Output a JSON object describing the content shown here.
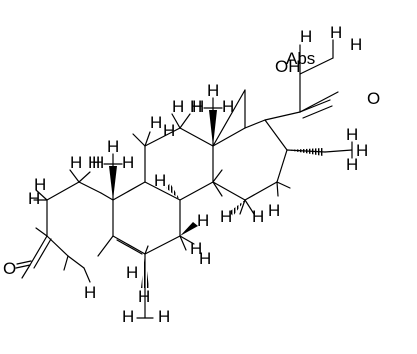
{
  "labels": {
    "oxygen_ketone_ring": "O",
    "oxygen_acetyl": "O",
    "hydroxy": "OH",
    "stereo_abs": "Abs",
    "hydrogen": "H"
  }
}
